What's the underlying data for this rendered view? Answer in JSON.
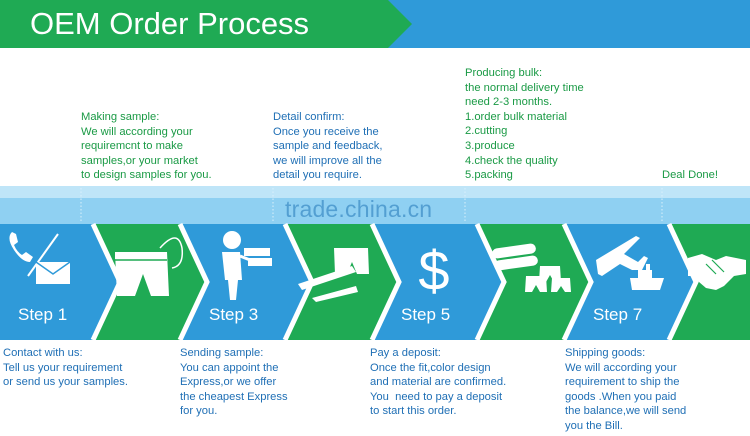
{
  "title": "OEM Order Process",
  "watermark": "trade.china.cn",
  "colors": {
    "green": "#1faa54",
    "blue": "#2f9ad9",
    "light_blue": "#8fd0f2",
    "text_green": "#1a9a45",
    "text_blue": "#1f6fb5"
  },
  "steps": [
    {
      "label": "Step 1",
      "icon": "phone-mail-icon"
    },
    {
      "label": "",
      "icon": "shorts-icon"
    },
    {
      "label": "Step 3",
      "icon": "courier-person-icon"
    },
    {
      "label": "",
      "icon": "fabric-shorts-icon"
    },
    {
      "label": "Step 5",
      "icon": "dollar-icon"
    },
    {
      "label": "",
      "icon": "fabric-rolls-icon"
    },
    {
      "label": "Step 7",
      "icon": "plane-ship-icon"
    },
    {
      "label": "",
      "icon": "handshake-icon"
    }
  ],
  "notes_top": {
    "making_sample": "Making sample:\nWe will according your\nrequiremcnt to make\nsamples,or your market\nto design samples for you.",
    "detail_confirm": "Detail confirm:\nOnce you receive the\nsample and feedback,\nwe will improve all the\ndetail you require.",
    "producing_bulk": "Producing bulk:\nthe normal delivery time\nneed 2-3 months.\n1.order bulk material\n2.cutting\n3.produce\n4.check the quality\n5.packing",
    "deal_done": "Deal Done!"
  },
  "notes_bottom": {
    "contact": "Contact with us:\nTell us your requirement\nor send us your samples.",
    "sending_sample": "Sending sample:\nYou can appoint the\nExpress,or we offer\nthe cheapest Express\nfor you.",
    "pay_deposit": "Pay a deposit:\nOnce the fit,color design\nand material are confirmed.\nYou  need to pay a deposit\nto start this order.",
    "shipping_goods": "Shipping goods:\nWe will according your\nrequirement to ship the\ngoods .When you paid\nthe balance,we will send\nyou the Bill."
  }
}
